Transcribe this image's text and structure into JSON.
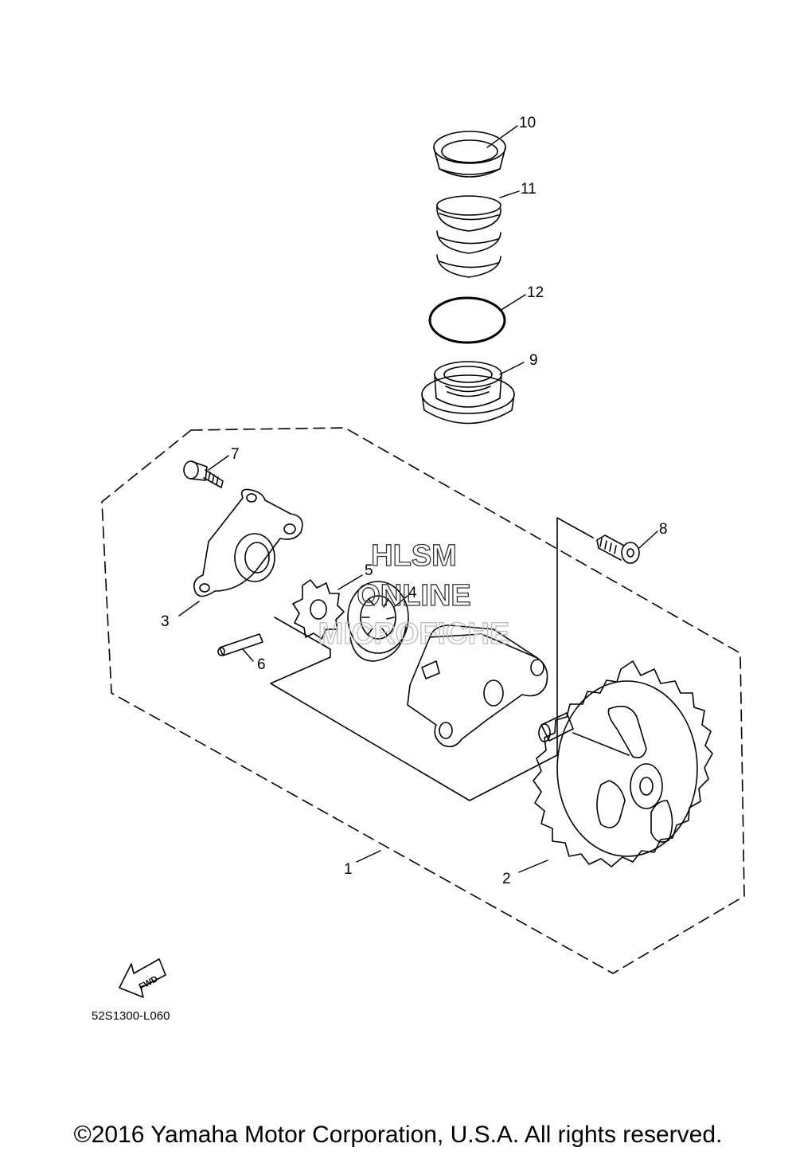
{
  "watermark": {
    "line1": "HLSM",
    "line2": "ONLINE",
    "line3": "MICROFICHE",
    "color": "#333333"
  },
  "parts": [
    {
      "callout": "1",
      "name": "oil-pump-assembly"
    },
    {
      "callout": "2",
      "name": "gear"
    },
    {
      "callout": "3",
      "name": "cover"
    },
    {
      "callout": "4",
      "name": "outer-rotor"
    },
    {
      "callout": "5",
      "name": "inner-rotor"
    },
    {
      "callout": "6",
      "name": "pin"
    },
    {
      "callout": "7",
      "name": "screw"
    },
    {
      "callout": "8",
      "name": "screw"
    },
    {
      "callout": "9",
      "name": "strainer-fitting"
    },
    {
      "callout": "10",
      "name": "washer-cap"
    },
    {
      "callout": "11",
      "name": "spring"
    },
    {
      "callout": "12",
      "name": "o-ring"
    }
  ],
  "fwd_label": "FWD",
  "diagram_code": "52S1300-L060",
  "copyright": "©2016 Yamaha Motor Corporation, U.S.A. All rights reserved."
}
